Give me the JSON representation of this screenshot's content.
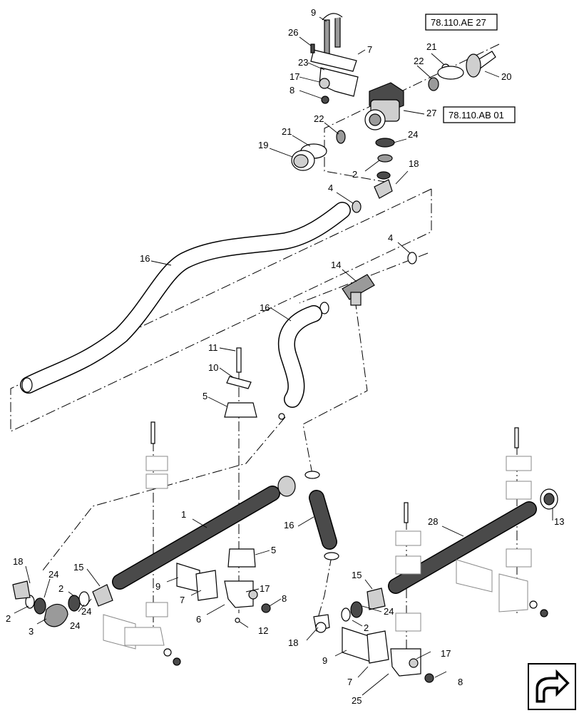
{
  "references": [
    {
      "id": "ref-1",
      "text": "78.110.AE 27"
    },
    {
      "id": "ref-2",
      "text": "78.110.AB 01"
    }
  ],
  "callouts": [
    "9",
    "26",
    "7",
    "23",
    "17",
    "8",
    "21",
    "22",
    "20",
    "27",
    "22",
    "21",
    "19",
    "24",
    "2",
    "18",
    "4",
    "4",
    "16",
    "14",
    "16",
    "11",
    "10",
    "5",
    "1",
    "16",
    "28",
    "13",
    "5",
    "18",
    "24",
    "15",
    "2",
    "2",
    "24",
    "3",
    "24",
    "9",
    "7",
    "6",
    "17",
    "8",
    "12",
    "15",
    "24",
    "2",
    "18",
    "9",
    "7",
    "25",
    "17",
    "8"
  ],
  "nav_icon": "next-page-arrow-icon"
}
